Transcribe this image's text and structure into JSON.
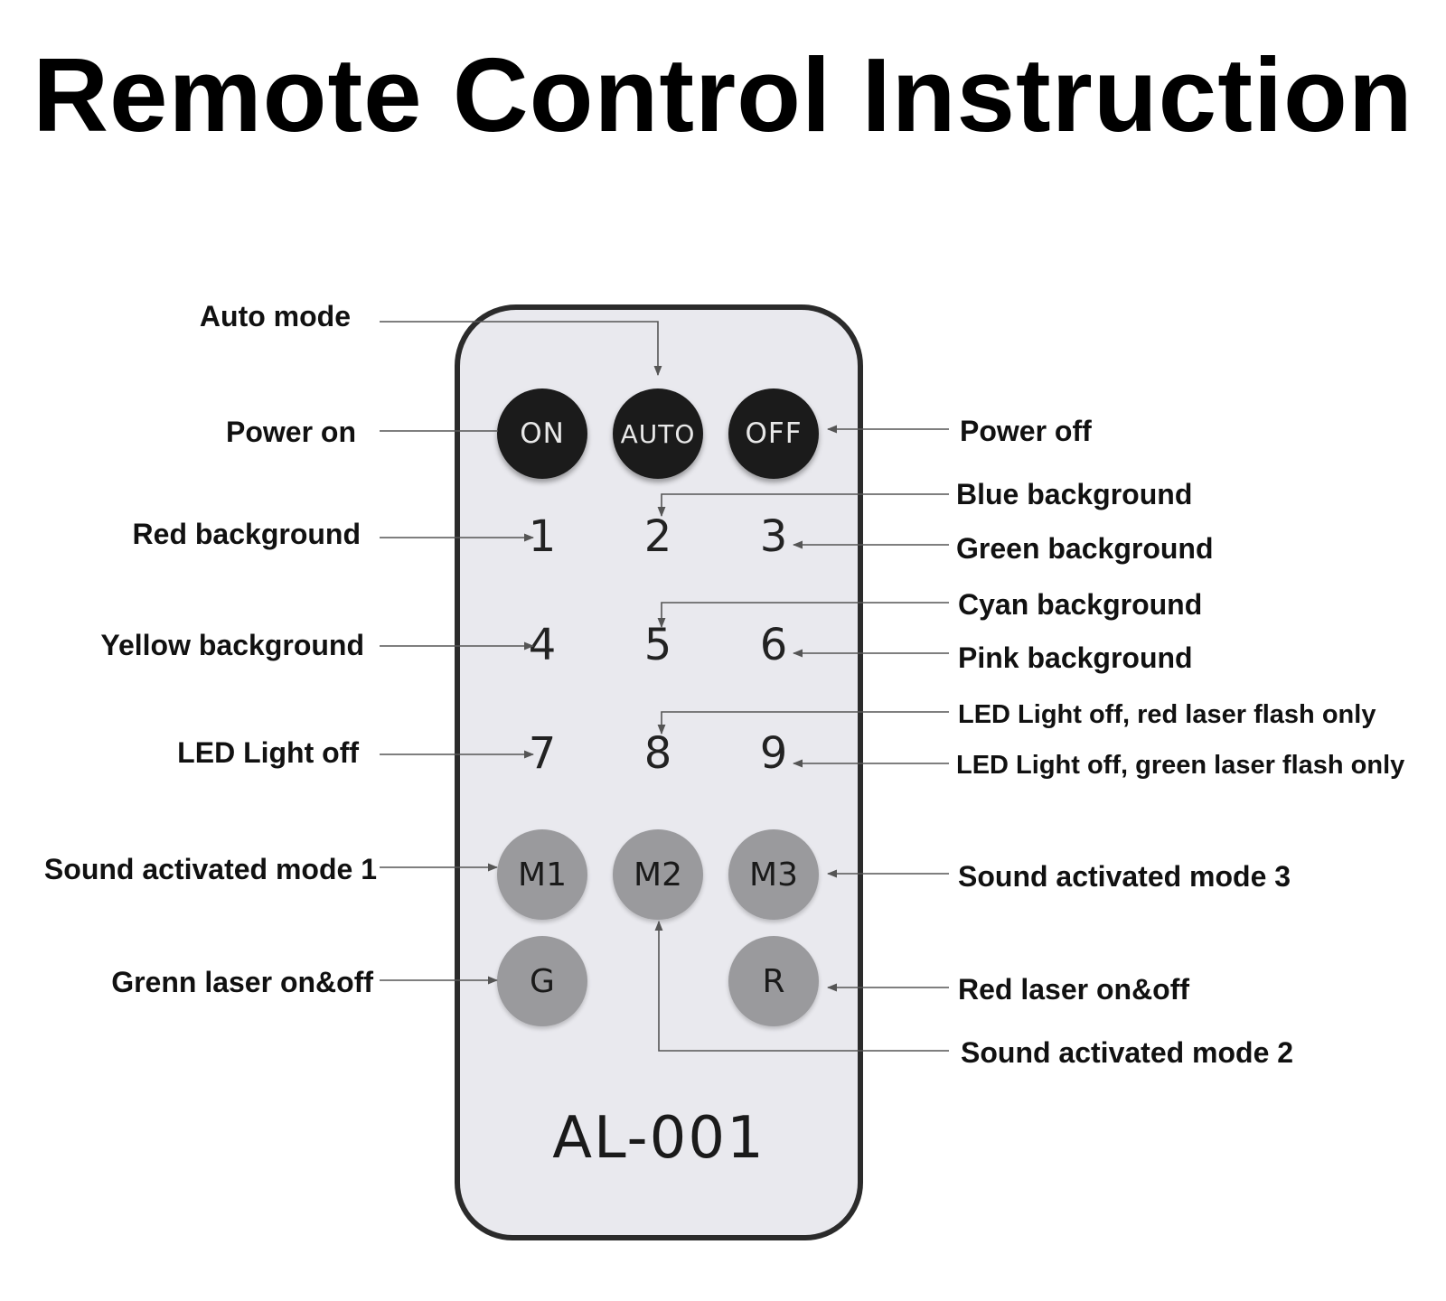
{
  "title": "Remote Control Instruction",
  "remote": {
    "model": "AL-001",
    "power_buttons": [
      "ON",
      "AUTO",
      "OFF"
    ],
    "numbers": [
      "1",
      "2",
      "3",
      "4",
      "5",
      "6",
      "7",
      "8",
      "9"
    ],
    "mode_buttons": [
      "M1",
      "M2",
      "M3"
    ],
    "laser_buttons": [
      "G",
      "R"
    ]
  },
  "labels": {
    "auto_mode": "Auto mode",
    "power_on": "Power on",
    "power_off": "Power off",
    "blue_bg": "Blue background",
    "red_bg": "Red background",
    "green_bg": "Green background",
    "cyan_bg": "Cyan background",
    "yellow_bg": "Yellow background",
    "pink_bg": "Pink background",
    "red_laser_flash": "LED Light off, red laser flash only",
    "led_off": "LED Light off",
    "green_laser_flash": "LED Light off, green laser flash only",
    "sound_mode_1": "Sound activated mode 1",
    "sound_mode_3": "Sound activated mode 3",
    "green_laser": "Grenn laser on&off",
    "red_laser": "Red laser on&off",
    "sound_mode_2": "Sound activated mode 2"
  },
  "colors": {
    "remote_body": "#e9e9ee",
    "remote_border": "#2b2b2b",
    "dark_button": "#1b1b1b",
    "grey_button": "#9a9a9d",
    "leader_line": "#555555"
  }
}
